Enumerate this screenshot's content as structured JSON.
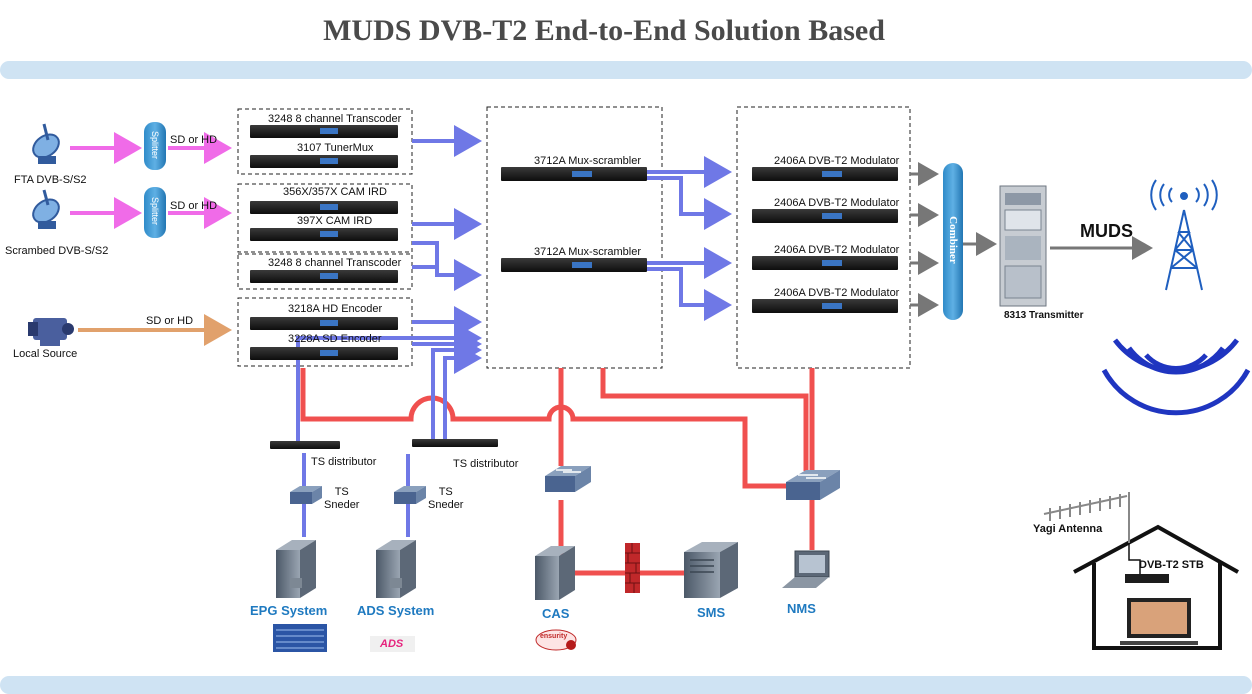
{
  "title": "MUDS DVB-T2 End-to-End Solution Based",
  "sources": {
    "fta": "FTA DVB-S/S2",
    "scrambled": "Scrambed DVB-S/S2",
    "local": "Local Source",
    "sd_hd_1": "SD or HD",
    "sd_hd_2": "SD or HD",
    "sd_hd_3": "SD or HD",
    "splitter": "Splitter"
  },
  "headends": {
    "transcoder_1": "3248 8 channel Transcoder",
    "tunermux": "3107 TunerMux",
    "cam_ird_1": "356X/357X  CAM IRD",
    "cam_ird_2": "397X CAM IRD",
    "transcoder_2": "3248 8 channel Transcoder",
    "hd_encoder": "3218A HD Encoder",
    "sd_encoder": "3228A SD Encoder"
  },
  "mux": {
    "mux_1": "3712A Mux-scrambler",
    "mux_2": "3712A Mux-scrambler"
  },
  "modulators": {
    "mod_1": "2406A DVB-T2 Modulator",
    "mod_2": "2406A DVB-T2 Modulator",
    "mod_3": "2406A DVB-T2 Modulator",
    "mod_4": "2406A DVB-T2 Modulator"
  },
  "combiner": "Combiner",
  "transmitter": "8313 Transmitter",
  "muds": "MUDS",
  "distribution": {
    "ts_distributor_1": "TS distributor",
    "ts_distributor_2": "TS distributor",
    "ts_sender_1": "TS\nSneder",
    "ts_sender_2": "TS\nSneder"
  },
  "systems": {
    "epg": "EPG System",
    "ads": "ADS System",
    "cas": "CAS",
    "sms": "SMS",
    "nms": "NMS",
    "ads_logo": "ADS",
    "ensurity_logo": "ensurity"
  },
  "home": {
    "yagi": "Yagi Antenna",
    "stb": "DVB-T2 STB"
  },
  "colors": {
    "blue_link": "#6f78e6",
    "red_link": "#f0504f",
    "pink_link": "#f06be8",
    "orange_link": "#e1a16c",
    "accent_blue": "#1f7ac0",
    "band": "#cfe3f3"
  }
}
